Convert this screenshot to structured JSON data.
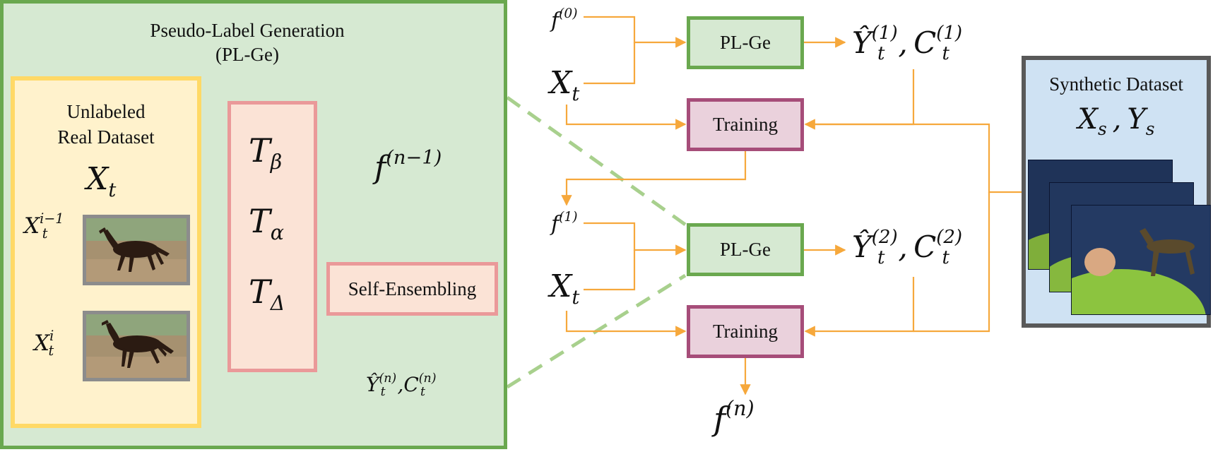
{
  "pl_panel": {
    "title_line1": "Pseudo-Label Generation",
    "title_line2": "(PL-Ge)",
    "dataset_line1": "Unlabeled",
    "dataset_line2": "Real Dataset",
    "dataset_symbol": "X",
    "dataset_sub": "t",
    "frame_prev_base": "X",
    "frame_prev_sup": "i−1",
    "frame_prev_sub": "t",
    "frame_cur_base": "X",
    "frame_cur_sup": "i",
    "frame_cur_sub": "t",
    "t_beta_base": "T",
    "t_beta_sub": "β",
    "t_alpha_base": "T",
    "t_alpha_sub": "α",
    "t_delta_base": "T",
    "t_delta_sub": "Δ",
    "model_base": "f",
    "model_sup": "(n−1)",
    "ensemble_label": "Self-Ensembling",
    "out_y_base": "Ŷ",
    "out_y_sup": "(n)",
    "out_y_sub": "t",
    "out_comma": ",",
    "out_c_base": "C",
    "out_c_sup": "(n)",
    "out_c_sub": "t"
  },
  "pipeline": {
    "f0_base": "f",
    "f0_sup": "(0)",
    "xt1_base": "X",
    "xt1_sub": "t",
    "plge1_label": "PL-Ge",
    "y1_base": "Ŷ",
    "y1_sup": "(1)",
    "y1_sub": "t",
    "c1_comma": ",",
    "c1_base": "C",
    "c1_sup": "(1)",
    "c1_sub": "t",
    "training1_label": "Training",
    "f1_base": "f",
    "f1_sup": "(1)",
    "xt2_base": "X",
    "xt2_sub": "t",
    "plge2_label": "PL-Ge",
    "y2_base": "Ŷ",
    "y2_sup": "(2)",
    "y2_sub": "t",
    "c2_comma": ",",
    "c2_base": "C",
    "c2_sup": "(2)",
    "c2_sub": "t",
    "training2_label": "Training",
    "fn_base": "f",
    "fn_sup": "(n)"
  },
  "synthetic": {
    "title": "Synthetic Dataset",
    "xs_base": "X",
    "xs_sub": "s",
    "comma": ",",
    "ys_base": "Y",
    "ys_sub": "s"
  },
  "colors": {
    "panel_green_fill": "#d6e9d2",
    "panel_green_border": "#6aa84f",
    "yellow_fill": "#fff2cc",
    "yellow_border": "#ffd966",
    "pink_fill": "#fbe3d6",
    "pink_border": "#ea9999",
    "purple_fill": "#ead1dc",
    "purple_border": "#a64d79",
    "synthetic_fill": "#cfe2f3",
    "synthetic_border": "#595959",
    "arrow": "#f6a83c",
    "dash": "#a8d08d"
  }
}
